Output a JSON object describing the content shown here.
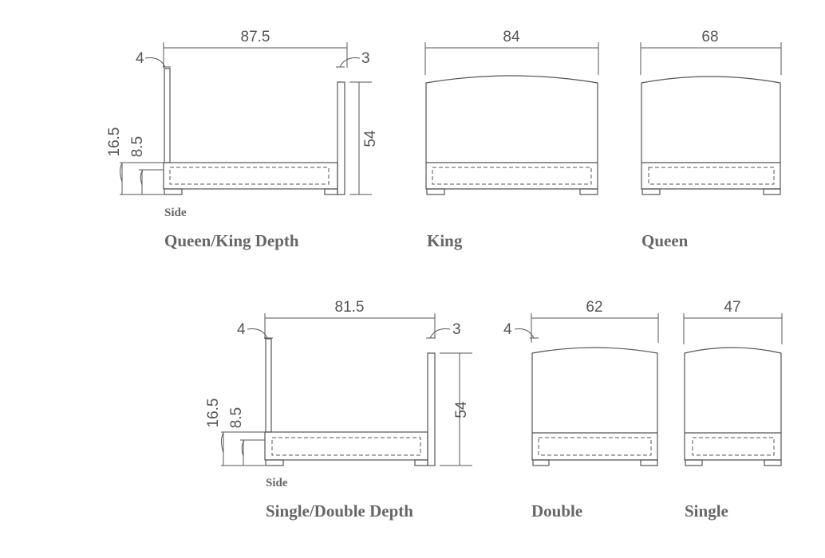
{
  "top": {
    "side_view": {
      "width": "87.5",
      "left_post": "4",
      "right_post": "3",
      "height": "54",
      "base_height": "16.5",
      "frame_height": "8.5",
      "side_label": "Side",
      "caption": "Queen/King Depth"
    },
    "king": {
      "width": "84",
      "caption": "King"
    },
    "queen": {
      "width": "68",
      "caption": "Queen"
    }
  },
  "bottom": {
    "side_view": {
      "width": "81.5",
      "left_post": "4",
      "right_post": "3",
      "height": "54",
      "base_height": "16.5",
      "frame_height": "8.5",
      "side_label": "Side",
      "caption": "Single/Double Depth"
    },
    "double": {
      "width": "62",
      "post": "4",
      "caption": "Double"
    },
    "single": {
      "width": "47",
      "caption": "Single"
    }
  }
}
